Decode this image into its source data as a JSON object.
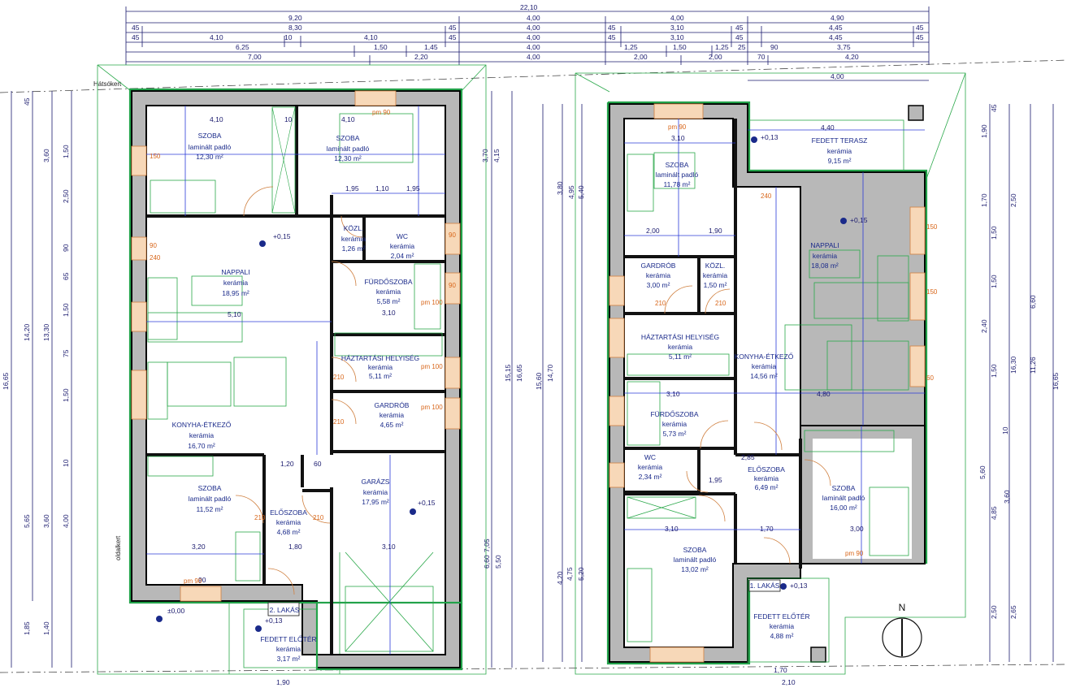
{
  "top_dims": {
    "overall": "22,10",
    "row2": [
      "9,20",
      "4,00",
      "4,00",
      "4,90"
    ],
    "row3": [
      "45",
      "8,30",
      "45",
      "4,00",
      "45",
      "3,10",
      "45",
      "4,45",
      "45"
    ],
    "row4": [
      "45",
      "4,10",
      "10",
      "4,10",
      "45",
      "4,00",
      "45",
      "3,10",
      "45",
      "4,45",
      "45"
    ],
    "row5": [
      "6,25",
      "1,50",
      "1,45",
      "4,00",
      "1,25",
      "1,50",
      "1,25",
      "25",
      "90",
      "3,75"
    ],
    "row6": [
      "7,00",
      "2,20",
      "4,00",
      "2,00",
      "2,00",
      "70",
      "4,20"
    ],
    "row7": "4,00"
  },
  "labels": {
    "hatsokert": "Hátsókert",
    "oldalkert": "oldalkert",
    "north": "N"
  },
  "left_unit": {
    "apartment": "2. LAKÁS",
    "rooms": [
      {
        "name": "SZOBA",
        "floor": "laminált padló",
        "area": "12,30 m²"
      },
      {
        "name": "SZOBA",
        "floor": "laminált padló",
        "area": "12,30 m²"
      },
      {
        "name": "KÖZL.",
        "floor": "kerámia",
        "area": "1,26 m²"
      },
      {
        "name": "WC",
        "floor": "kerámia",
        "area": "2,04 m²"
      },
      {
        "name": "NAPPALI",
        "floor": "kerámia",
        "area": "18,95 m²"
      },
      {
        "name": "FÜRDŐSZOBA",
        "floor": "kerámia",
        "area": "5,58 m²"
      },
      {
        "name": "HÁZTARTÁSI HELYISÉG",
        "floor": "kerámia",
        "area": "5,11 m²"
      },
      {
        "name": "GARDRÓB",
        "floor": "kerámia",
        "area": "4,65 m²"
      },
      {
        "name": "KONYHA-ÉTKEZŐ",
        "floor": "kerámia",
        "area": "16,70 m²"
      },
      {
        "name": "SZOBA",
        "floor": "laminált padló",
        "area": "11,52 m²"
      },
      {
        "name": "ELŐSZOBA",
        "floor": "kerámia",
        "area": "4,68 m²"
      },
      {
        "name": "GARÁZS",
        "floor": "kerámia",
        "area": "17,95 m²"
      },
      {
        "name": "FEDETT ELŐTÉR",
        "floor": "kerámia",
        "area": "3,17 m²"
      }
    ],
    "levels": [
      "+0,15",
      "+0,15",
      "±0,00",
      "+0,13"
    ],
    "inner_dims": [
      "4,10",
      "10",
      "4,10",
      "1,95",
      "1,10",
      "1,95",
      "5,10",
      "3,10",
      "1,20",
      "60",
      "3,20",
      "1,80",
      "3,10",
      "90",
      "1,90"
    ]
  },
  "right_unit": {
    "apartment": "1. LAKÁS",
    "rooms": [
      {
        "name": "SZOBA",
        "floor": "laminált padló",
        "area": "11,78 m²"
      },
      {
        "name": "FEDETT TERASZ",
        "floor": "kerámia",
        "area": "9,15 m²"
      },
      {
        "name": "GARDRÓB",
        "floor": "kerámia",
        "area": "3,00 m²"
      },
      {
        "name": "KÖZL.",
        "floor": "kerámia",
        "area": "1,50 m²"
      },
      {
        "name": "NAPPALI",
        "floor": "kerámia",
        "area": "18,08 m²"
      },
      {
        "name": "HÁZTARTÁSI HELYISÉG",
        "floor": "kerámia",
        "area": "5,11 m²"
      },
      {
        "name": "KONYHA-ÉTKEZŐ",
        "floor": "kerámia",
        "area": "14,56 m²"
      },
      {
        "name": "FÜRDŐSZOBA",
        "floor": "kerámia",
        "area": "5,73 m²"
      },
      {
        "name": "WC",
        "floor": "kerámia",
        "area": "2,34 m²"
      },
      {
        "name": "ELŐSZOBA",
        "floor": "kerámia",
        "area": "6,49 m²"
      },
      {
        "name": "SZOBA",
        "floor": "laminált padló",
        "area": "16,00 m²"
      },
      {
        "name": "SZOBA",
        "floor": "laminált padló",
        "area": "13,02 m²"
      },
      {
        "name": "FEDETT ELŐTÉR",
        "floor": "kerámia",
        "area": "4,88 m²"
      }
    ],
    "levels": [
      "+0,13",
      "+0,15",
      "+0,13"
    ],
    "inner_dims": [
      "4,40",
      "3,10",
      "2,00",
      "1,90",
      "4,80",
      "3,10",
      "2,85",
      "1,95",
      "3,10",
      "1,70",
      "3,00",
      "1,70",
      "2,10"
    ]
  },
  "left_vdims": [
    "16,65",
    "14,20",
    "13,30",
    "3,60",
    "2,50",
    "1,50",
    "90",
    "65",
    "1,50",
    "75",
    "1,50",
    "10",
    "3,60",
    "4,00",
    "5,65",
    "1,85",
    "1,40",
    "45"
  ],
  "right_vdims": [
    "16,65",
    "11,26",
    "16,30",
    "6,60",
    "5,60",
    "4,85",
    "3,60",
    "2,50",
    "1,90",
    "1,70",
    "1,50",
    "1,50",
    "2,40",
    "1,50",
    "10",
    "2,65",
    "2,50",
    "45"
  ],
  "mid_vdims": [
    "15,15",
    "16,65",
    "15,60",
    "14,70",
    "7,05",
    "6,60",
    "5,50",
    "4,75",
    "5,20",
    "4,20",
    "3,80",
    "5,40",
    "4,95",
    "4,15",
    "3,70"
  ],
  "openings": [
    "90",
    "210",
    "100",
    "150",
    "60",
    "240",
    "150",
    "pm 90",
    "pm 100"
  ]
}
